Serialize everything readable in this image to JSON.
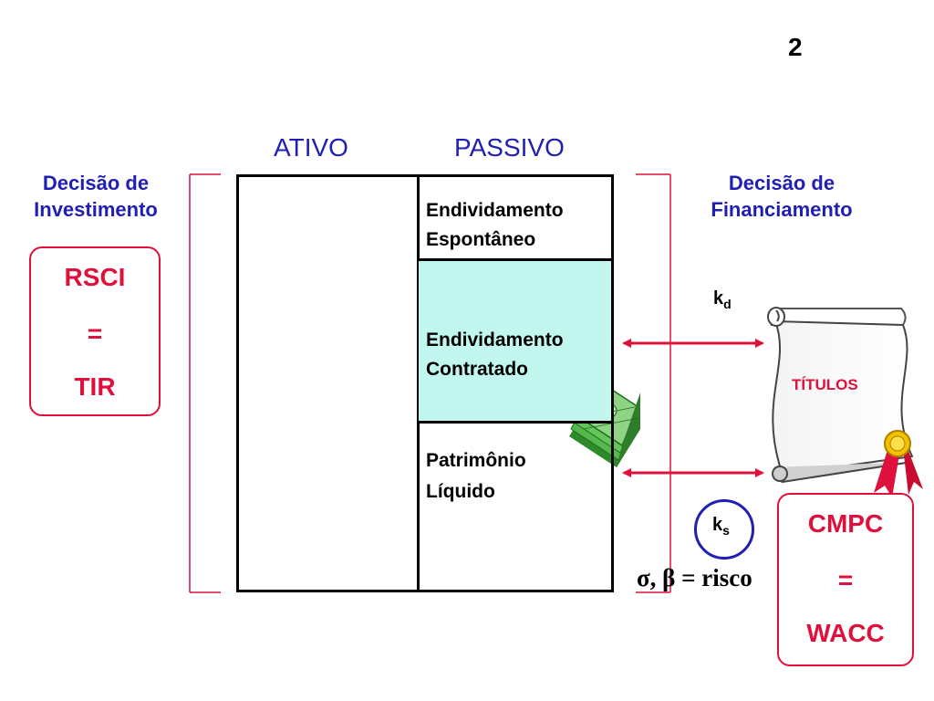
{
  "slide": {
    "page_number": "2"
  },
  "columns": {
    "assets": "ATIVO",
    "liabilities": "PASSIVO"
  },
  "left_heading": {
    "line1": "Decisão de",
    "line2": "Investimento"
  },
  "right_heading": {
    "line1": "Decisão de",
    "line2": "Financiamento"
  },
  "rsci_box": {
    "line1": "RSCI",
    "line2": "=",
    "line3": "TIR"
  },
  "cmpc_box": {
    "line1": "CMPC",
    "line2": "=",
    "line3": "WACC"
  },
  "balance_sheet": {
    "spontaneous_debt": {
      "line1": "Endividamento",
      "line2": "Espontâneo"
    },
    "contracted_debt": {
      "line1": "Endividamento",
      "line2": "Contratado"
    },
    "equity": {
      "line1": "Patrimônio",
      "line2": "Líquido"
    }
  },
  "costs": {
    "kd_base": "k",
    "kd_sub": "d",
    "ks_base": "k",
    "ks_sub": "s"
  },
  "risk": {
    "text": "σ, β  = risco"
  },
  "scroll": {
    "label": "TÍTULOS"
  },
  "icons": [
    "scroll-icon",
    "money-stack-icon",
    "award-ribbon-icon",
    "double-arrow-icon"
  ],
  "colors": {
    "heading_blue": "#1f1fb4",
    "accent_red": "#e0103c",
    "contracted_fill": "#c2f7ef",
    "money_green": "#3fa83a"
  }
}
